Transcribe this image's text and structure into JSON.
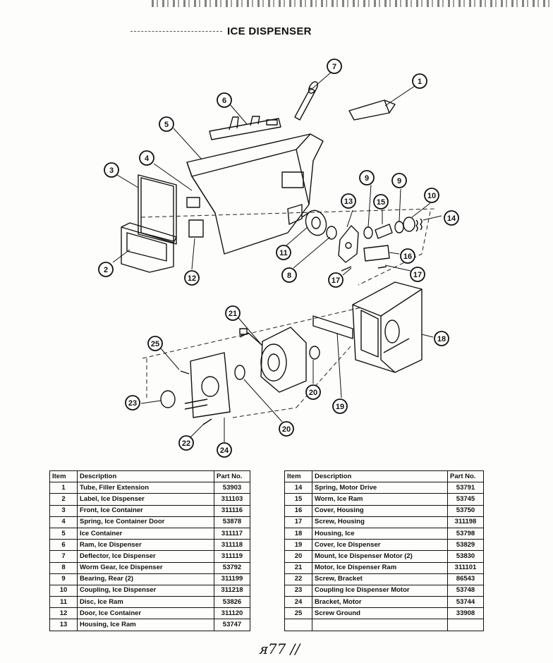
{
  "title": "ICE DISPENSER",
  "columns": {
    "item": "Item",
    "description": "Description",
    "part_no": "Part No."
  },
  "callouts": [
    "1",
    "2",
    "3",
    "4",
    "5",
    "6",
    "7",
    "8",
    "9",
    "10",
    "11",
    "12",
    "13",
    "14",
    "15",
    "16",
    "17",
    "18",
    "19",
    "20",
    "21",
    "22",
    "23",
    "24",
    "25"
  ],
  "left_rows": [
    {
      "item": "1",
      "desc": "Tube, Filler Extension",
      "part": "53903"
    },
    {
      "item": "2",
      "desc": "Label, Ice Dispenser",
      "part": "311103"
    },
    {
      "item": "3",
      "desc": "Front, Ice Container",
      "part": "311116"
    },
    {
      "item": "4",
      "desc": "Spring, Ice Container Door",
      "part": "53878"
    },
    {
      "item": "5",
      "desc": "Ice Container",
      "part": "311117"
    },
    {
      "item": "6",
      "desc": "Ram, Ice Dispenser",
      "part": "311118"
    },
    {
      "item": "7",
      "desc": "Deflector, Ice Dispenser",
      "part": "311119"
    },
    {
      "item": "8",
      "desc": "Worm Gear, Ice Dispenser",
      "part": "53792"
    },
    {
      "item": "9",
      "desc": "Bearing, Rear (2)",
      "part": "311199"
    },
    {
      "item": "10",
      "desc": "Coupling, Ice Dispenser",
      "part": "311218"
    },
    {
      "item": "11",
      "desc": "Disc, Ice Ram",
      "part": "53826"
    },
    {
      "item": "12",
      "desc": "Door, Ice Container",
      "part": "311120"
    },
    {
      "item": "13",
      "desc": "Housing, Ice Ram",
      "part": "53747"
    }
  ],
  "right_rows": [
    {
      "item": "14",
      "desc": "Spring, Motor Drive",
      "part": "53791"
    },
    {
      "item": "15",
      "desc": "Worm, Ice Ram",
      "part": "53745"
    },
    {
      "item": "16",
      "desc": "Cover, Housing",
      "part": "53750"
    },
    {
      "item": "17",
      "desc": "Screw, Housing",
      "part": "311198"
    },
    {
      "item": "18",
      "desc": "Housing, Ice",
      "part": "53798"
    },
    {
      "item": "19",
      "desc": "Cover, Ice Dispenser",
      "part": "53829"
    },
    {
      "item": "20",
      "desc": "Mount, Ice Dispenser Motor (2)",
      "part": "53830"
    },
    {
      "item": "21",
      "desc": "Motor, Ice Dispenser Ram",
      "part": "311101"
    },
    {
      "item": "22",
      "desc": "Screw, Bracket",
      "part": "86543"
    },
    {
      "item": "23",
      "desc": "Coupling Ice Dispenser Motor",
      "part": "53748"
    },
    {
      "item": "24",
      "desc": "Bracket, Motor",
      "part": "53744"
    },
    {
      "item": "25",
      "desc": "Screw Ground",
      "part": "33908"
    },
    {
      "item": "",
      "desc": "",
      "part": ""
    }
  ],
  "signature": "ᴙ77  //"
}
